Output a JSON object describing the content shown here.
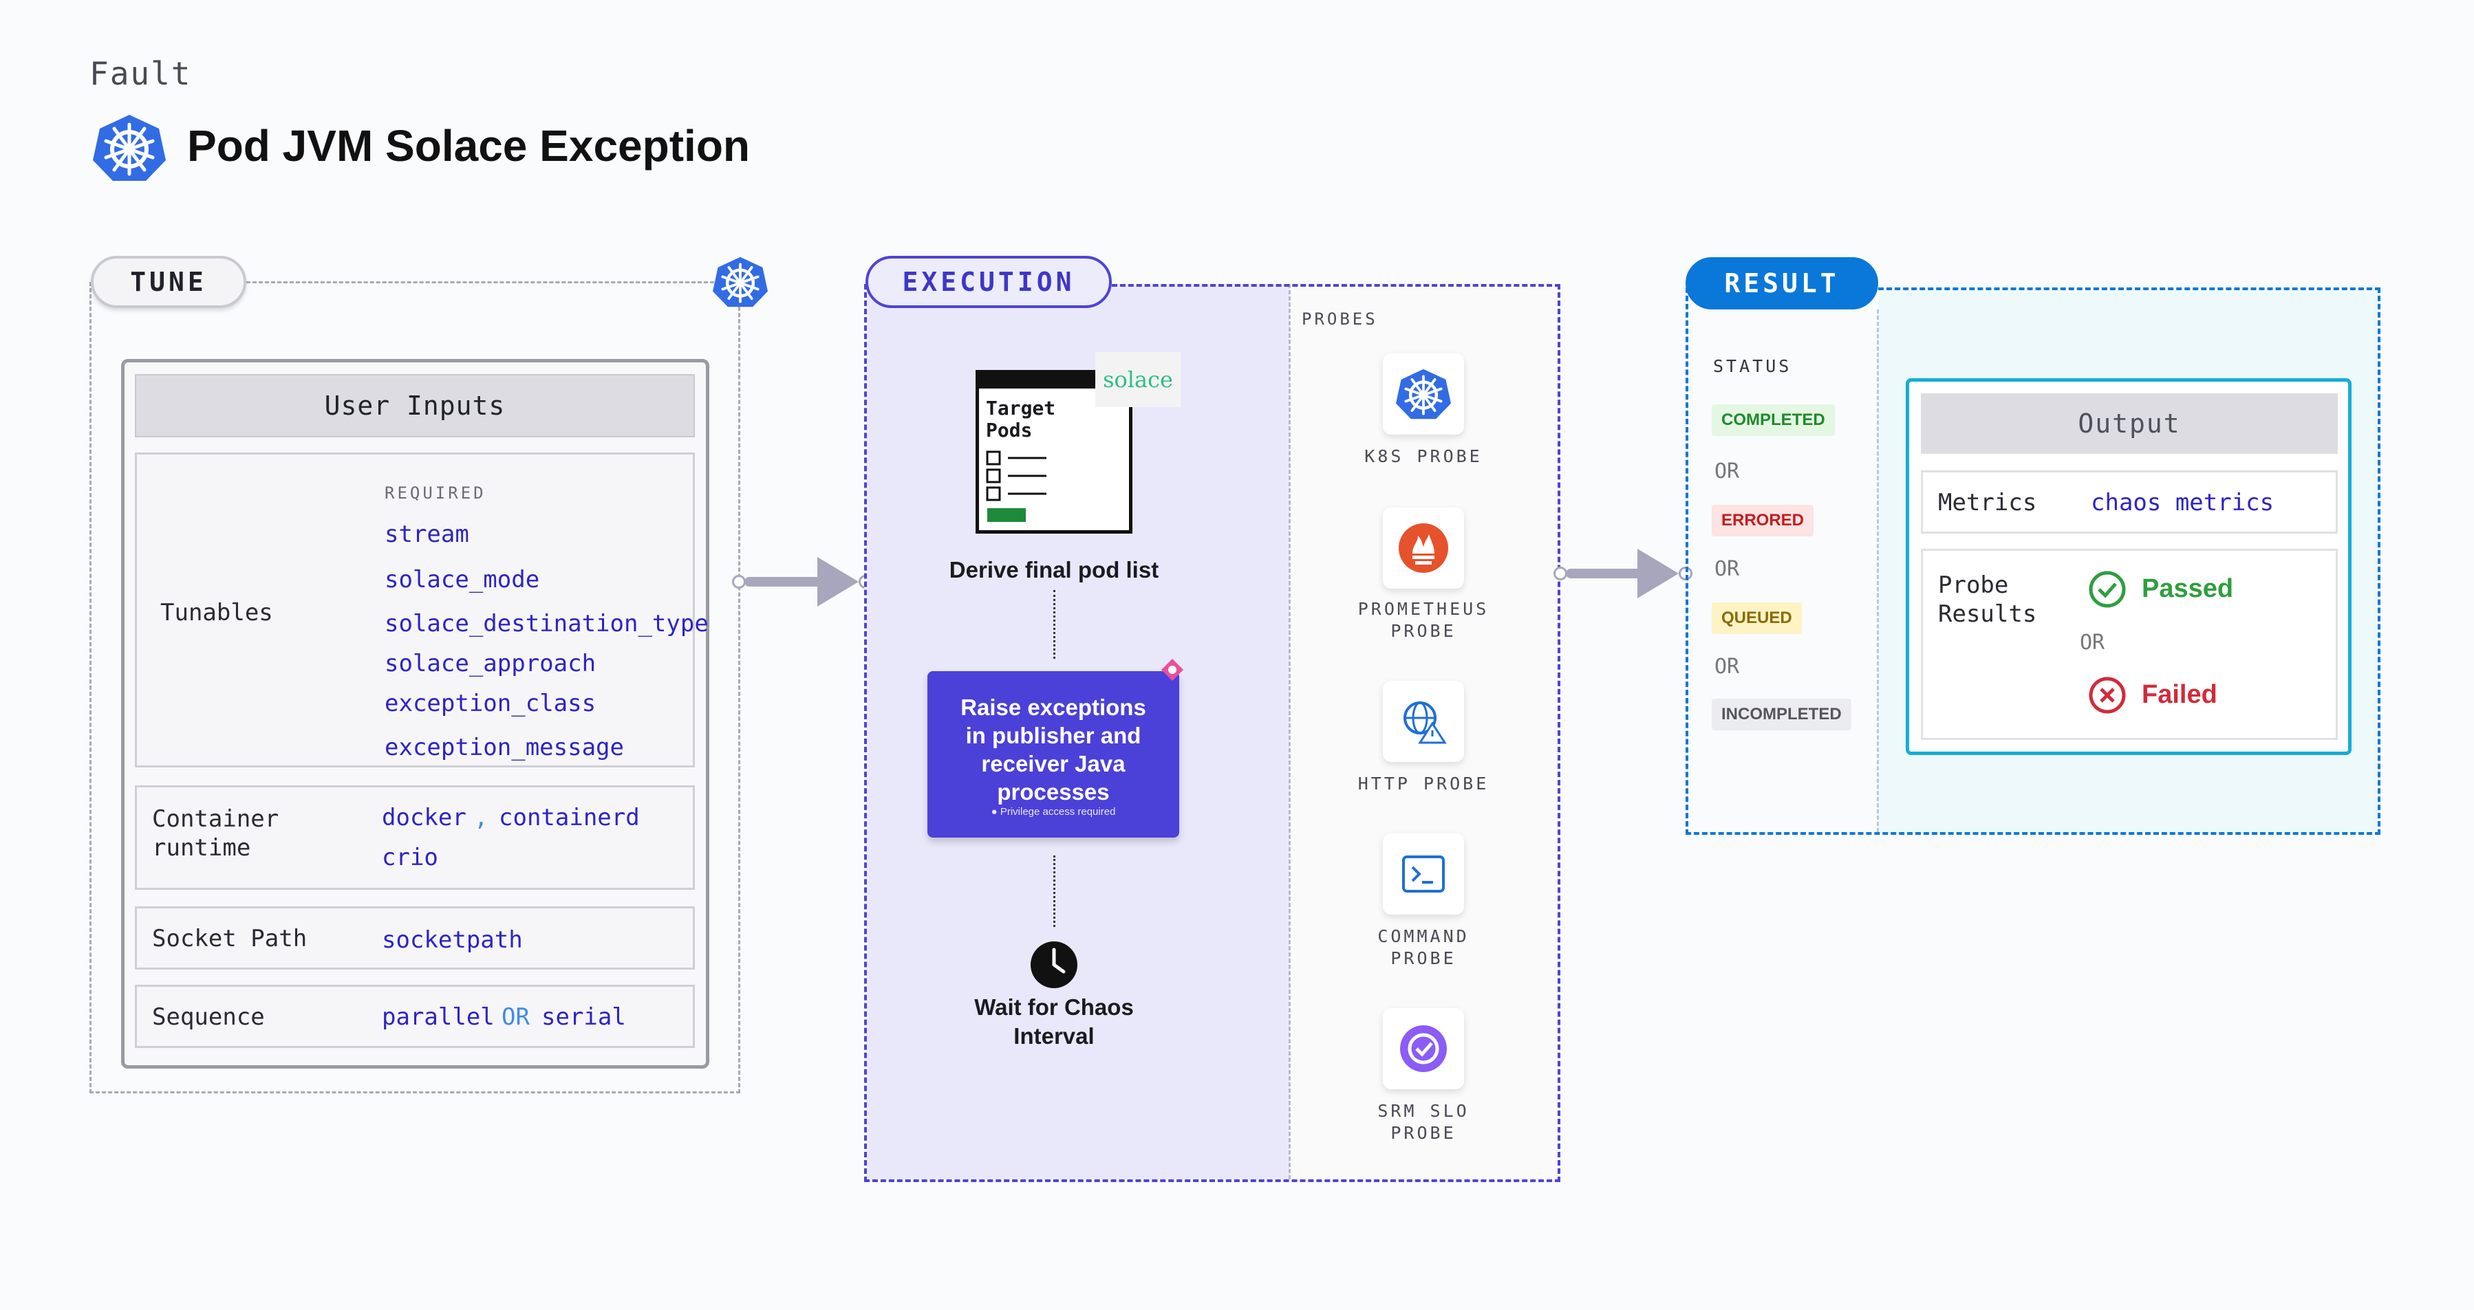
{
  "header": {
    "eyebrow": "Fault",
    "title": "Pod JVM Solace Exception"
  },
  "tune": {
    "label": "TUNE",
    "user_inputs_title": "User Inputs",
    "tunables": {
      "label": "Tunables",
      "required_label": "REQUIRED",
      "items": [
        "stream",
        "solace_mode",
        "solace_destination_type",
        "solace_approach",
        "exception_class",
        "exception_message"
      ]
    },
    "container_runtime": {
      "label_line1": "Container",
      "label_line2": "runtime",
      "val1": "docker",
      "sep": ",",
      "val2": "containerd",
      "val3": "crio"
    },
    "socket_path": {
      "label": "Socket Path",
      "value": "socketpath"
    },
    "sequence": {
      "label": "Sequence",
      "val1": "parallel",
      "or": "OR",
      "val2": "serial"
    }
  },
  "execution": {
    "label": "EXECUTION",
    "target_pods_line1": "Target",
    "target_pods_line2": "Pods",
    "solace_logo": "solace",
    "derive": "Derive final pod list",
    "action_line1": "Raise exceptions",
    "action_line2": "in publisher and",
    "action_line3": "receiver Java",
    "action_line4": "processes",
    "privilege": "Privilege access required",
    "wait_line1": "Wait for Chaos",
    "wait_line2": "Interval",
    "probes_label": "PROBES",
    "probes": [
      {
        "name1": "K8S PROBE",
        "name2": "",
        "icon": "k8s-icon"
      },
      {
        "name1": "PROMETHEUS",
        "name2": "PROBE",
        "icon": "prometheus-icon"
      },
      {
        "name1": "HTTP PROBE",
        "name2": "",
        "icon": "http-icon"
      },
      {
        "name1": "COMMAND",
        "name2": "PROBE",
        "icon": "command-icon"
      },
      {
        "name1": "SRM SLO",
        "name2": "PROBE",
        "icon": "srm-slo-icon"
      }
    ]
  },
  "result": {
    "label": "RESULT",
    "status_label": "STATUS",
    "statuses": [
      "COMPLETED",
      "ERRORED",
      "QUEUED",
      "INCOMPLETED"
    ],
    "or": "OR",
    "output_title": "Output",
    "metrics_label": "Metrics",
    "metrics_value": "chaos metrics",
    "probe_results_line1": "Probe",
    "probe_results_line2": "Results",
    "passed": "Passed",
    "failed": "Failed"
  },
  "colors": {
    "execution": "#4f43d6",
    "result": "#0a78d8",
    "value_text": "#2d24c4",
    "passed": "#2e9e3e",
    "failed": "#d12b3a"
  }
}
